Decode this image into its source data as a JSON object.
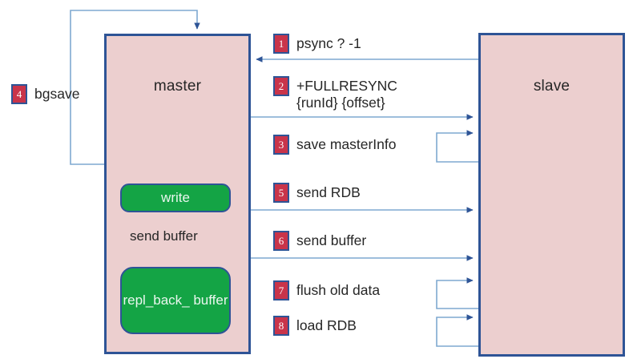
{
  "diagram": {
    "title": "redis-master-slave-full-resync",
    "colors": {
      "node_fill": "#eccfcf",
      "node_border": "#2e5496",
      "green_fill": "#14a445",
      "badge_fill": "#c9344a",
      "badge_border": "#2e5496",
      "wire": "#7fa9d0",
      "wire_dark": "#2e5496",
      "text": "#262626"
    },
    "nodes": [
      {
        "id": "master",
        "label": "master"
      },
      {
        "id": "slave",
        "label": "slave"
      }
    ],
    "inner_boxes": [
      {
        "id": "write",
        "label": "write"
      },
      {
        "id": "repl_back_buffer",
        "label": "repl_back_\nbuffer"
      }
    ],
    "inner_edge_label": "send buffer",
    "steps": [
      {
        "n": "1",
        "caption": "psync ? -1",
        "direction": "slave-to-master"
      },
      {
        "n": "2",
        "caption": "+FULLRESYNC\n{runId} {offset}",
        "direction": "master-to-slave"
      },
      {
        "n": "3",
        "caption": "save masterInfo",
        "direction": "slave-self-loop"
      },
      {
        "n": "4",
        "caption": "bgsave",
        "direction": "master-self-loop"
      },
      {
        "n": "5",
        "caption": "send RDB",
        "direction": "master-to-slave"
      },
      {
        "n": "6",
        "caption": "send buffer",
        "direction": "master-to-slave"
      },
      {
        "n": "7",
        "caption": "flush old data",
        "direction": "slave-self-loop"
      },
      {
        "n": "8",
        "caption": "load RDB",
        "direction": "slave-self-loop"
      }
    ]
  }
}
